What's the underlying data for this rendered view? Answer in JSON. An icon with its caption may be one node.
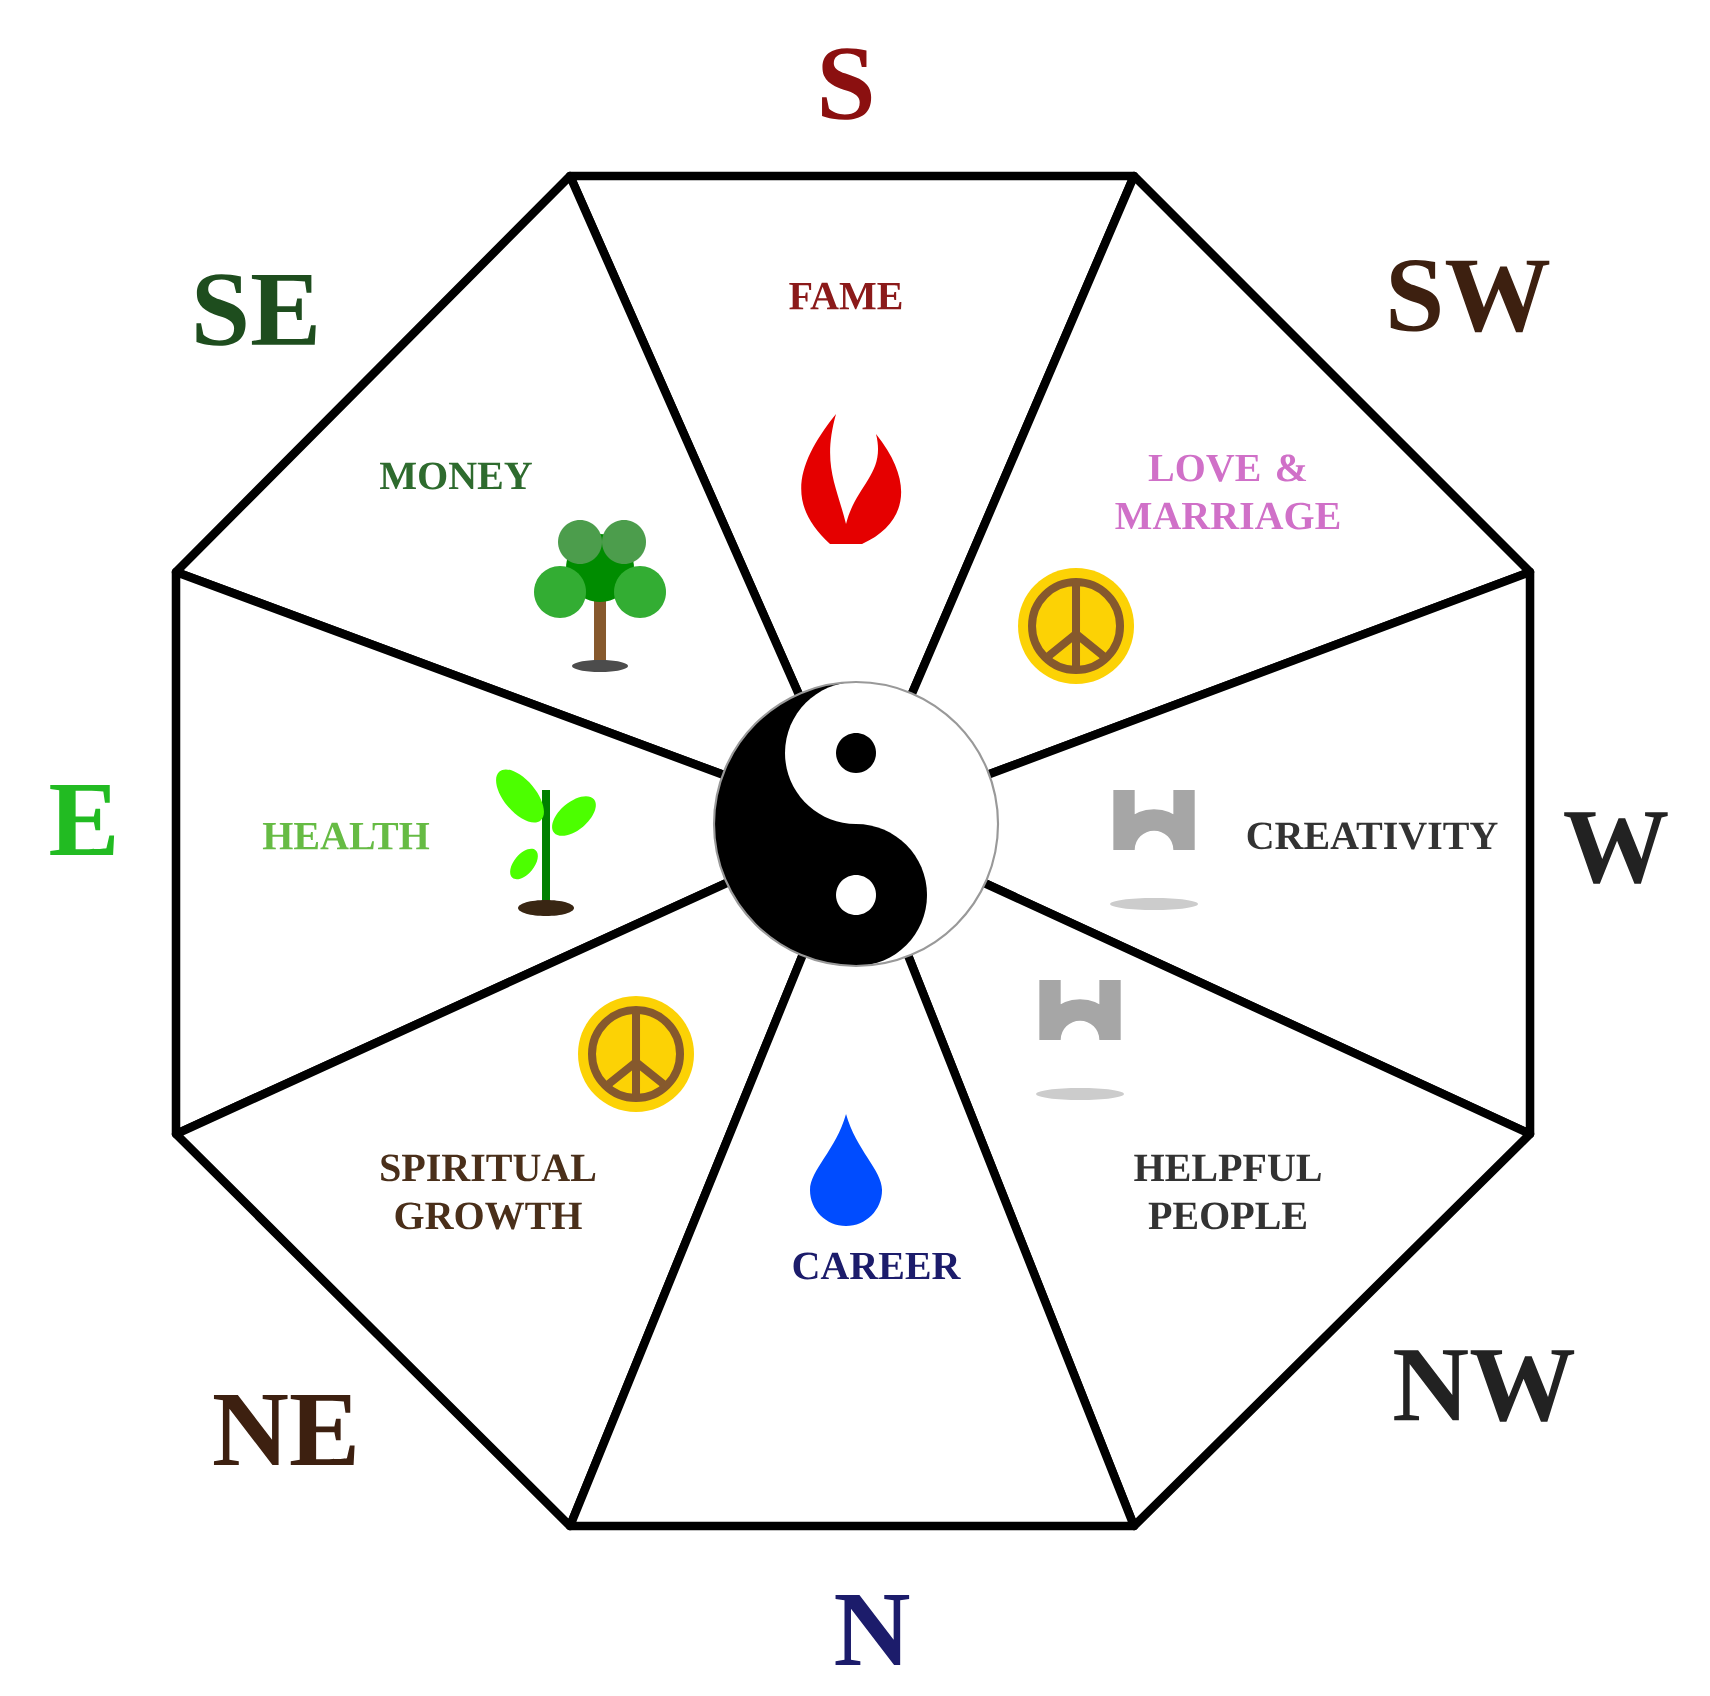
{
  "diagram": {
    "nodes": [
      {
        "text": [
          "FAME"
        ]
      },
      {
        "text": [
          "MONEY"
        ]
      },
      {
        "text": [
          "LOVE & MARRIAGE"
        ]
      },
      {
        "text": [
          "HEALTH"
        ]
      },
      {
        "text": [
          "CREATIVITY"
        ]
      },
      {
        "text": [
          "SPIRITUAL GROWTH"
        ]
      },
      {
        "text": [
          "HELPFUL PEOPLE"
        ]
      },
      {
        "text": [
          "CAREER"
        ]
      }
    ],
    "labels": [
      "S",
      "SE",
      "SW",
      "E",
      "W",
      "NE",
      "NW",
      "N"
    ]
  }
}
